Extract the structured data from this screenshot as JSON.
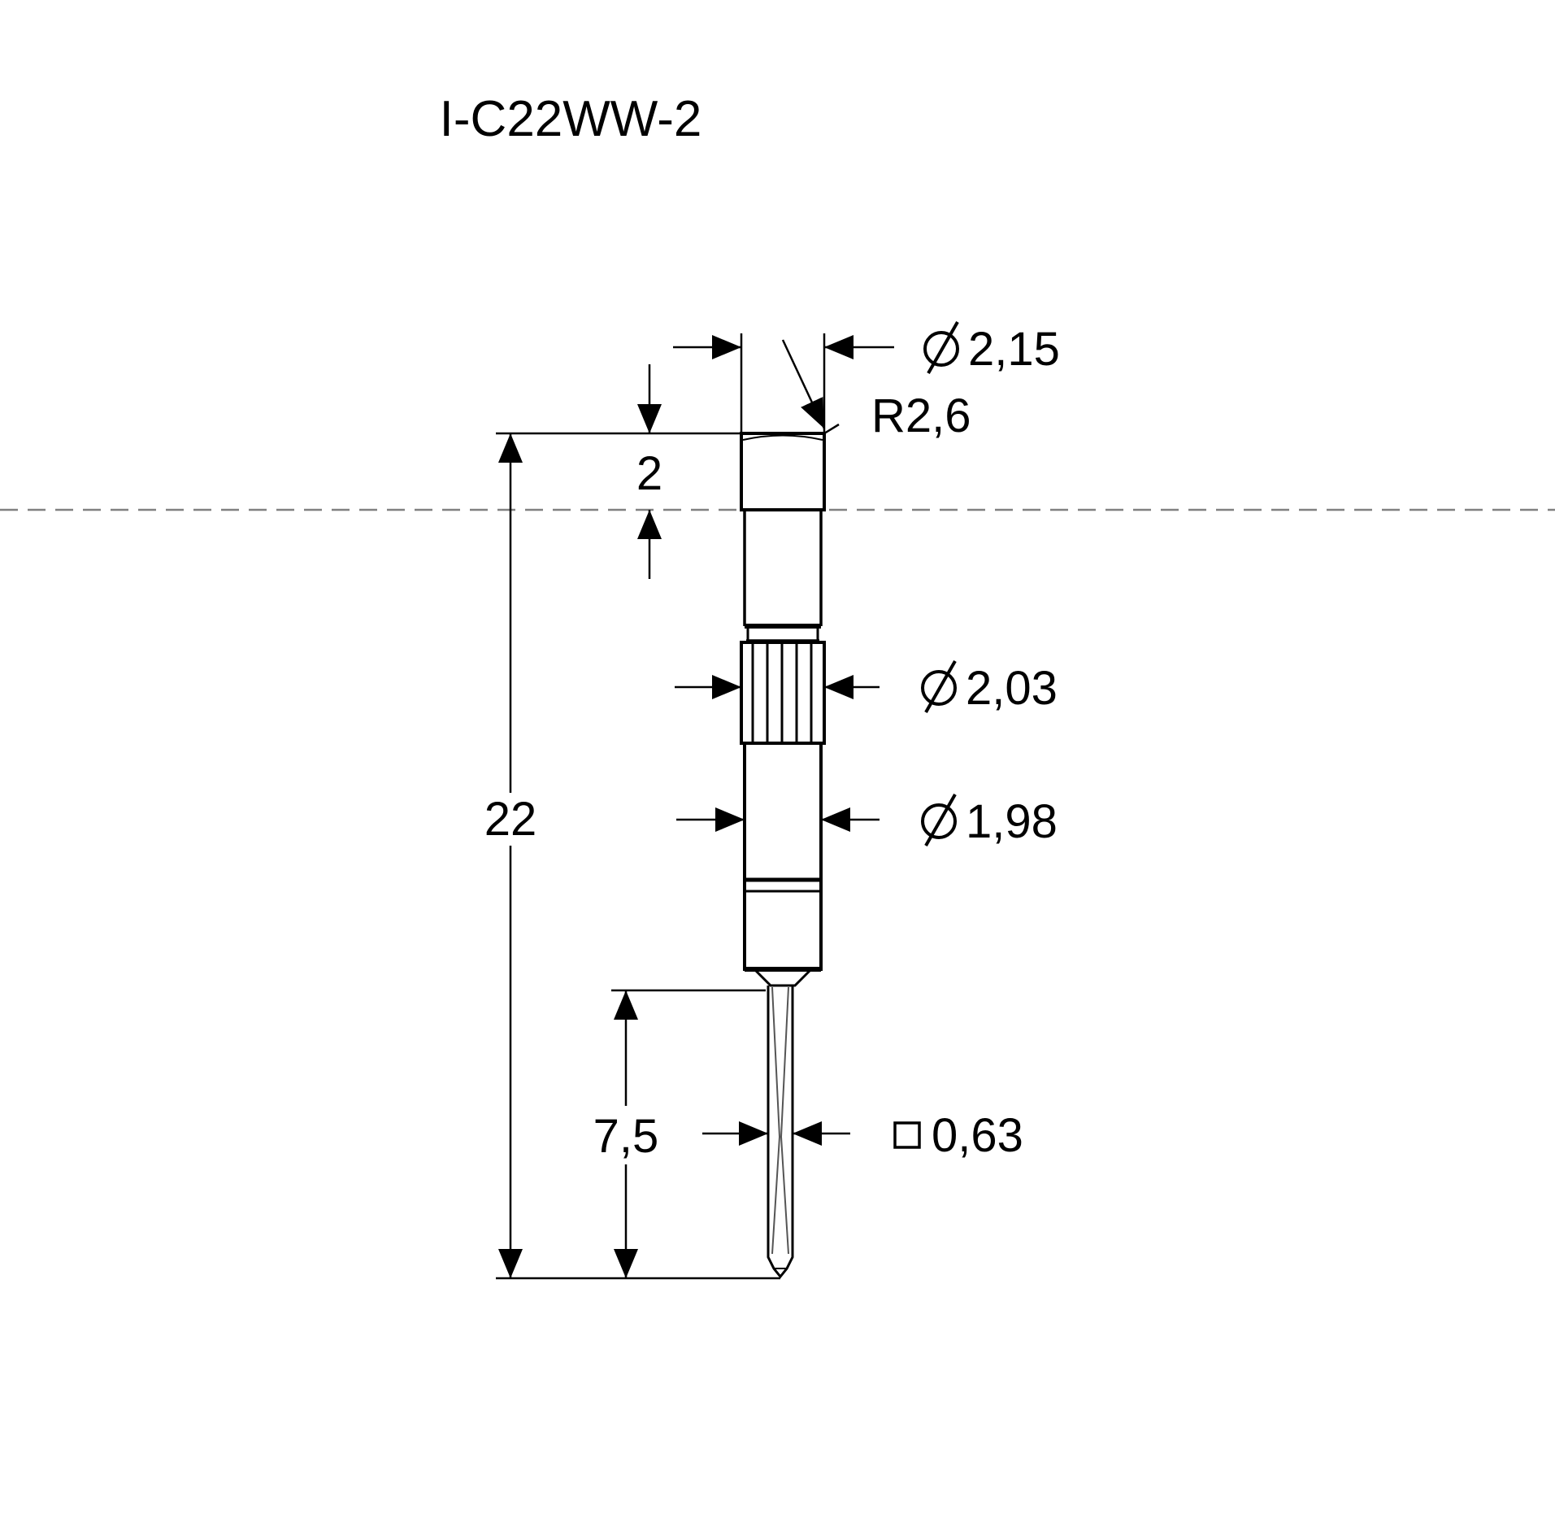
{
  "title": "I-C22WW-2",
  "dimensions": {
    "d_head": {
      "value": "2,15",
      "symbol": "diameter"
    },
    "radius": {
      "value": "R2,6"
    },
    "head_height": {
      "value": "2"
    },
    "d_knurl": {
      "value": "2,03",
      "symbol": "diameter"
    },
    "d_body": {
      "value": "1,98",
      "symbol": "diameter"
    },
    "overall_length": {
      "value": "22"
    },
    "pin_length": {
      "value": "7,5"
    },
    "pin_square": {
      "value": "0,63",
      "symbol": "square"
    }
  },
  "colors": {
    "line": "#000000",
    "centerline": "#808080",
    "background": "#ffffff"
  }
}
